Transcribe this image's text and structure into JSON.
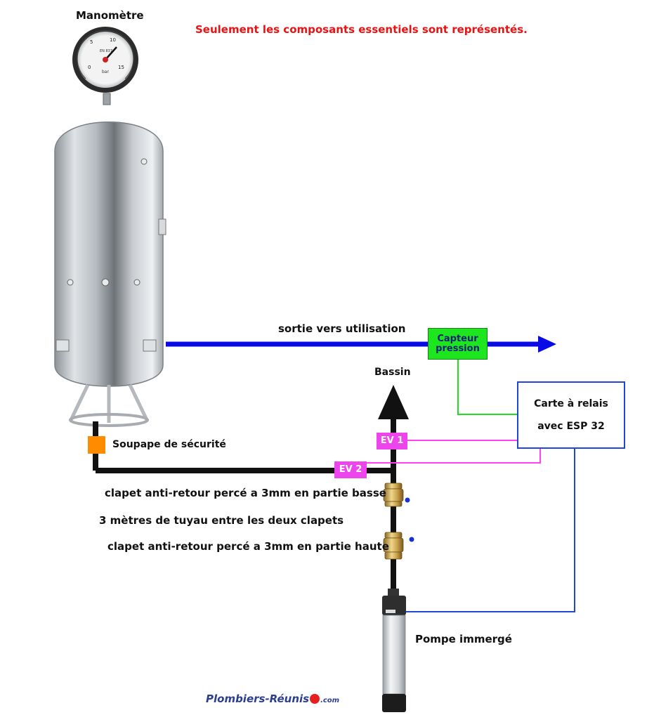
{
  "notice": "Seulement les composants essentiels sont représentés.",
  "labels": {
    "manometer": "Manomètre",
    "outlet": "sortie vers utilisation",
    "basin": "Bassin",
    "safety_valve": "Soupape de sécurité",
    "check_valve_low": "clapet anti-retour percé a 3mm en partie basse",
    "pipe_between": "3 mètres de tuyau entre les deux clapets",
    "check_valve_high": "clapet anti-retour percé a 3mm en partie haute",
    "pump": "Pompe immergé"
  },
  "components": {
    "sensor": {
      "line1": "Capteur",
      "line2": "pression"
    },
    "ev1": "EV 1",
    "ev2": "EV 2",
    "relay_board": {
      "line1": "Carte à relais",
      "line2": "avec ESP 32"
    }
  },
  "logo": {
    "text": "Plombiers-Réunis",
    "suffix": ".com"
  },
  "gauge": {
    "brand": "EN 837",
    "unit": "bar",
    "ticks": [
      "0",
      "5",
      "10",
      "15"
    ]
  },
  "colors": {
    "notice": "#ee1111",
    "water_line": "#0a0ae6",
    "sensor_wire": "#22dd22",
    "ev_wire": "#ff44ee",
    "pump_wire": "#1f47d8",
    "sensor_fill": "#1ee61e",
    "ev_fill": "#ee44ee",
    "safety_valve": "#ff8c00",
    "pipe": "#111111",
    "relay_border": "#1f47d8",
    "logo": "#2c3f8f"
  }
}
